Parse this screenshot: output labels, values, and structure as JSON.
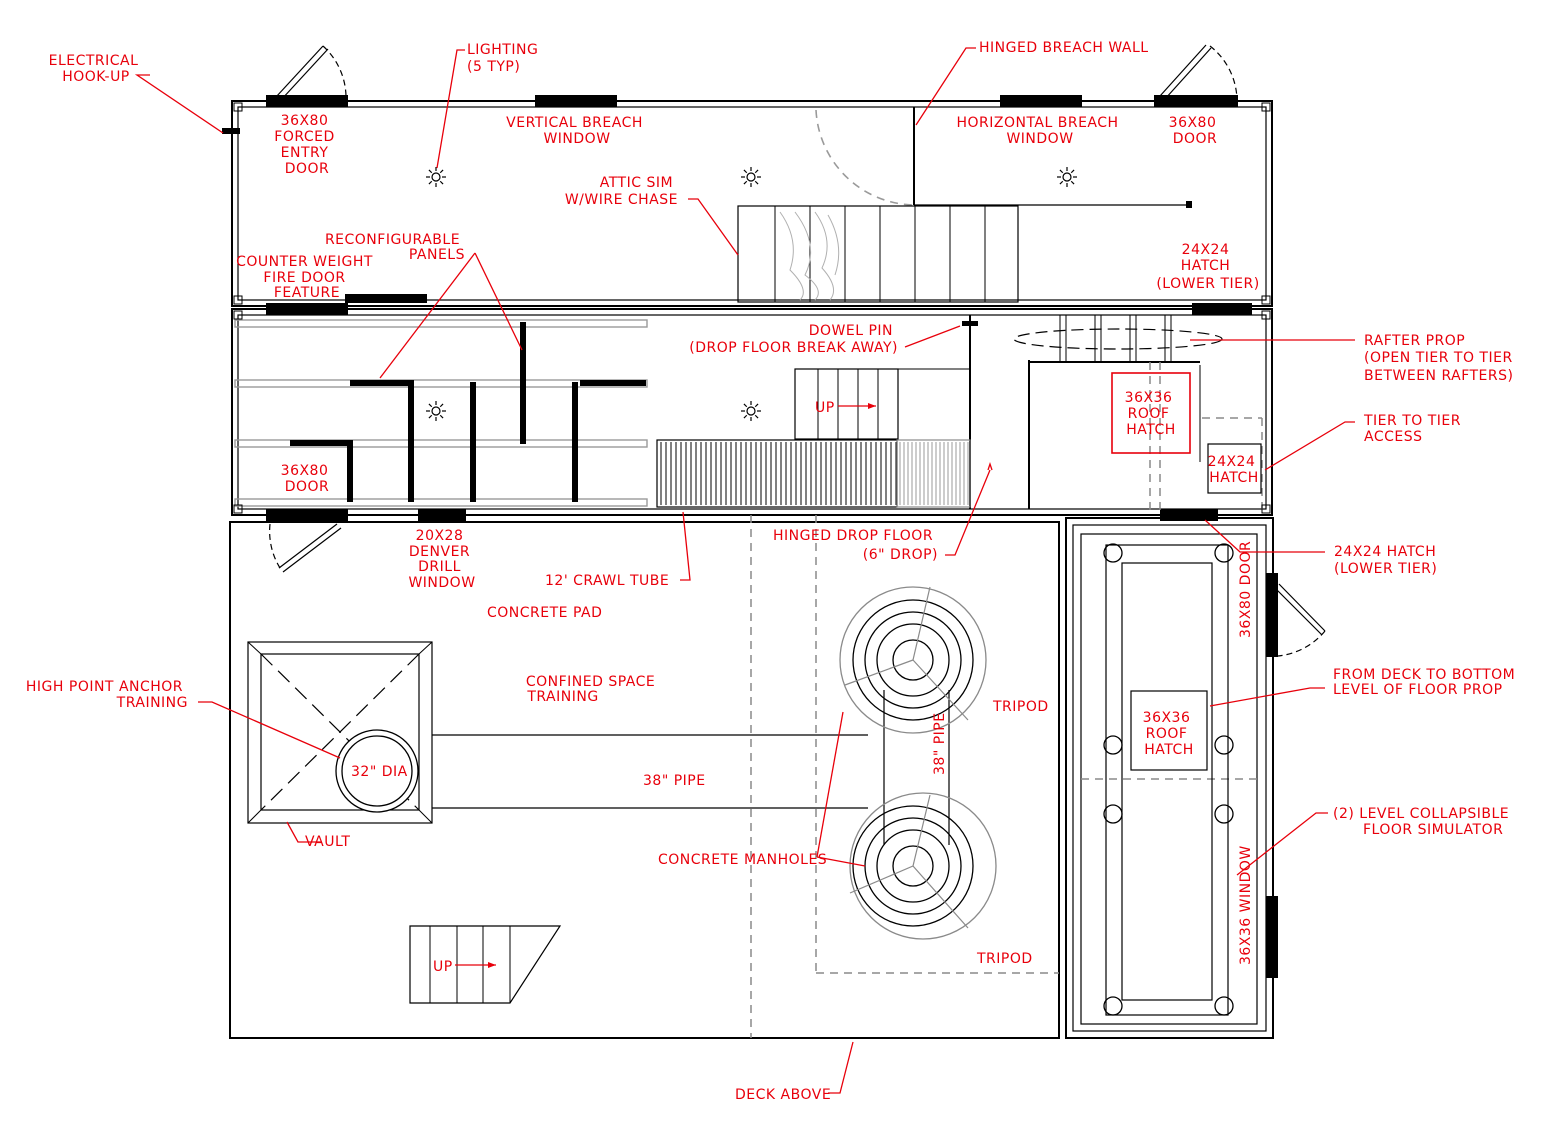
{
  "labels": {
    "electrical": [
      "ELECTRICAL",
      "HOOK-UP"
    ],
    "lighting": [
      "LIGHTING",
      "(5 TYP)"
    ],
    "hinged_breach_wall": "HINGED BREACH WALL",
    "forced_entry_door": [
      "36X80",
      "FORCED",
      "ENTRY",
      "DOOR"
    ],
    "vertical_breach": [
      "VERTICAL BREACH",
      "WINDOW"
    ],
    "horizontal_breach": [
      "HORIZONTAL BREACH",
      "WINDOW"
    ],
    "door_top_right": [
      "36X80",
      "DOOR"
    ],
    "attic_sim": [
      "ATTIC SIM",
      "W/WIRE CHASE"
    ],
    "reconfigurable": [
      "RECONFIGURABLE",
      "PANELS"
    ],
    "counter_weight": [
      "COUNTER WEIGHT",
      "FIRE DOOR",
      "FEATURE"
    ],
    "hatch_lower_top": [
      "24X24",
      "HATCH",
      "(LOWER TIER)"
    ],
    "dowel_pin": [
      "DOWEL PIN",
      "(DROP FLOOR BREAK AWAY)"
    ],
    "rafter_prop": [
      "RAFTER PROP",
      "(OPEN TIER TO TIER",
      "BETWEEN RAFTERS)"
    ],
    "roof_hatch_top": [
      "36X36",
      "ROOF",
      "HATCH"
    ],
    "tier_access": [
      "TIER TO TIER",
      "ACCESS"
    ],
    "hatch_24": [
      "24X24",
      "HATCH"
    ],
    "up_top": "UP",
    "door_left": [
      "36X80",
      "DOOR"
    ],
    "denver_drill": [
      "20X28",
      "DENVER",
      "DRILL",
      "WINDOW"
    ],
    "crawl_tube": "12' CRAWL TUBE",
    "hinged_drop_floor": [
      "HINGED DROP FLOOR",
      "(6\" DROP)"
    ],
    "hatch_lower_mid": [
      "24X24 HATCH",
      "(LOWER TIER)"
    ],
    "concrete_pad": "CONCRETE PAD",
    "confined_space": [
      "CONFINED SPACE",
      "TRAINING"
    ],
    "high_point": [
      "HIGH POINT ANCHOR",
      "TRAINING"
    ],
    "dia": "32\" DIA",
    "pipe_horizontal": "38\" PIPE",
    "pipe_vertical": "38\" PIPE",
    "tripod_top": "TRIPOD",
    "tripod_bottom": "TRIPOD",
    "vault": "VAULT",
    "manholes": "CONCRETE MANHOLES",
    "up_bottom": "UP",
    "deck_above": "DECK ABOVE",
    "door_right_vertical": "36X80 DOOR",
    "window_right_vertical": "36X36 WINDOW",
    "from_deck": [
      "FROM DECK TO BOTTOM",
      "LEVEL OF FLOOR PROP"
    ],
    "roof_hatch_bottom": [
      "36X36",
      "ROOF",
      "HATCH"
    ],
    "collapsible": [
      "(2) LEVEL COLLAPSIBLE",
      "FLOOR SIMULATOR"
    ]
  },
  "colors": {
    "annotation": "#e8000b",
    "linework": "#000000",
    "hidden": "#8a8a8a"
  }
}
